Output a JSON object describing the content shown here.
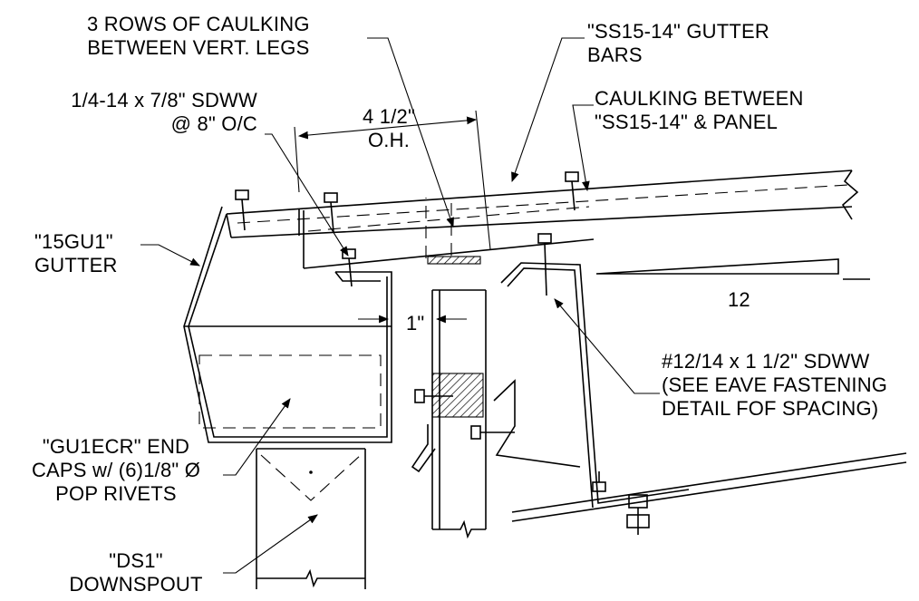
{
  "labels": {
    "caulking_rows": [
      "3 ROWS OF CAULKING",
      "BETWEEN VERT. LEGS"
    ],
    "gutter_bars": [
      "\"SS15-14\" GUTTER",
      "BARS"
    ],
    "screw_sdww": [
      "1/4-14 x 7/8\" SDWW",
      "@ 8\" O/C"
    ],
    "caulking_panel": [
      "CAULKING BETWEEN",
      "\"SS15-14\" & PANEL"
    ],
    "overhang": [
      "4 1/2\"",
      "O.H."
    ],
    "gutter": [
      "\"15GU1\"",
      "GUTTER"
    ],
    "slope_run": "12",
    "clearance": "1\"",
    "eave_screw": [
      "#12/14 x 1 1/2\" SDWW",
      "(SEE EAVE FASTENING",
      "DETAIL FOF SPACING)"
    ],
    "end_caps": [
      "\"GU1ECR\" END",
      "CAPS w/ (6)1/8\" Ø",
      "POP RIVETS"
    ],
    "downspout": [
      "\"DS1\"",
      "DOWNSPOUT"
    ]
  },
  "colors": {
    "ink": "#000000",
    "paper": "#ffffff"
  }
}
